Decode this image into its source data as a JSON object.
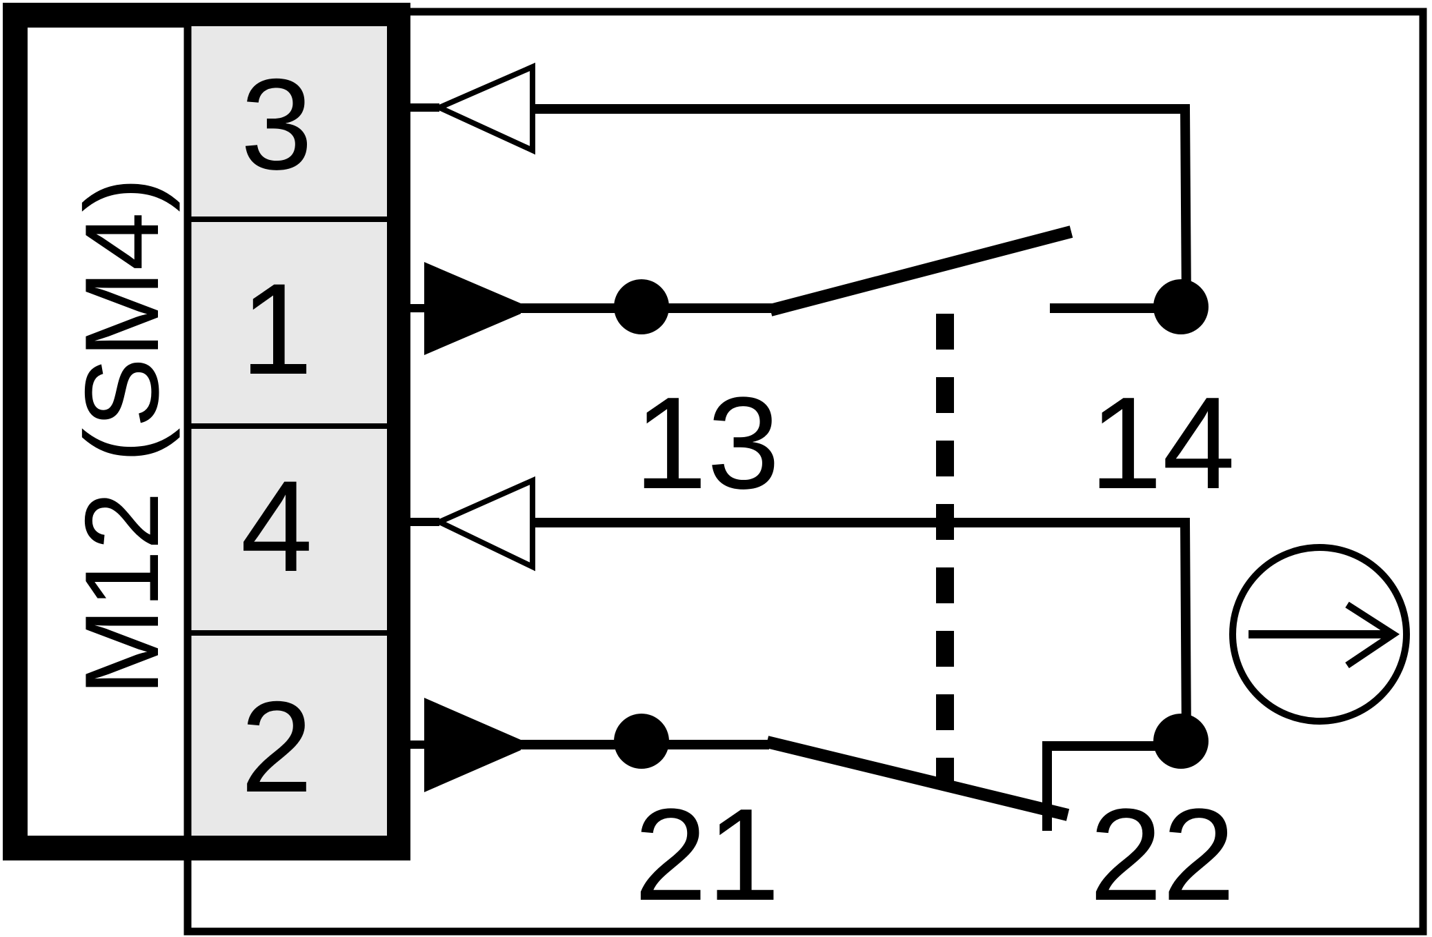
{
  "connector": {
    "label": "M12 (SM4)",
    "pins": [
      "3",
      "1",
      "4",
      "2"
    ],
    "pin_fill": "#e8e8e8"
  },
  "contacts": [
    {
      "type": "normally-open",
      "terminals": [
        "13",
        "14"
      ]
    },
    {
      "type": "normally-closed",
      "terminals": [
        "21",
        "22"
      ]
    }
  ],
  "symbols": {
    "actuator": "positive-opening-arrow-icon",
    "input_marker": "filled-triangle-icon",
    "output_marker": "hollow-triangle-icon"
  },
  "colors": {
    "line": "#000000",
    "background": "#ffffff"
  }
}
